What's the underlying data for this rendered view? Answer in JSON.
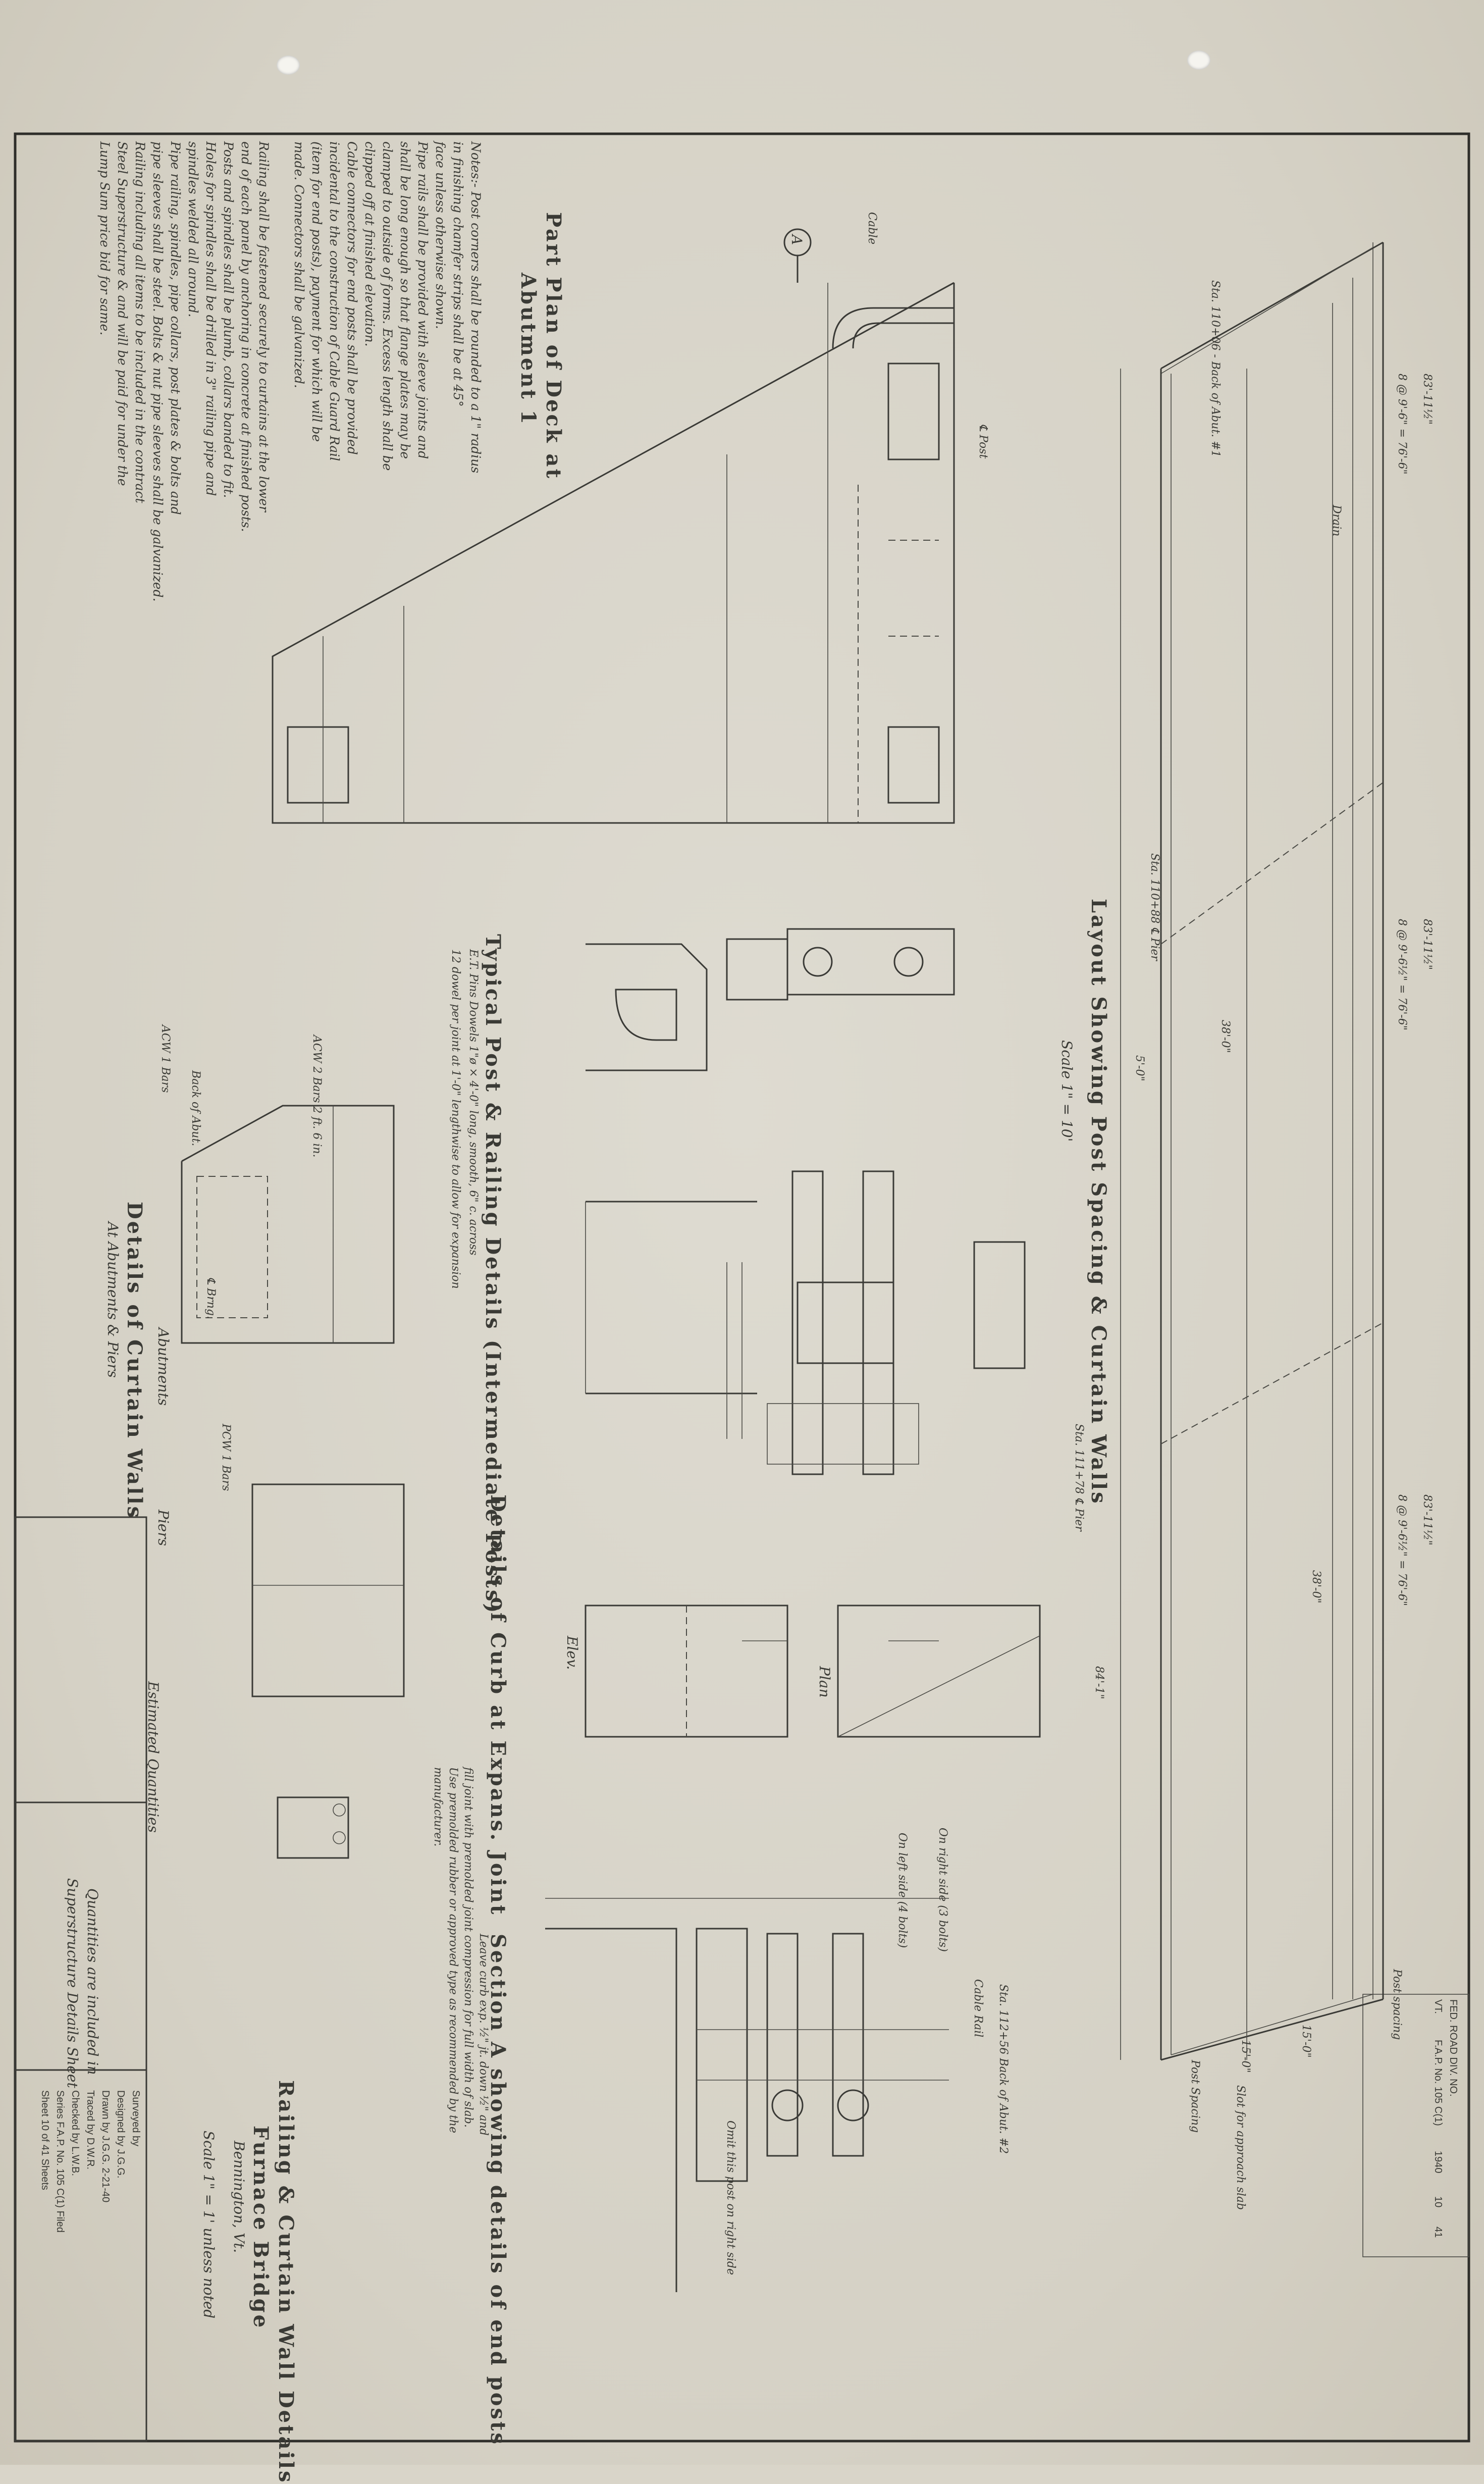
{
  "titles": {
    "part_plan_1": "Part Plan of Deck at",
    "part_plan_2": "Abutment 1",
    "layout": "Layout Showing Post Spacing & Curtain Walls",
    "layout_scale": "Scale 1\" = 10'",
    "typical_post": "Typical Post & Railing Details (Intermediate Posts)",
    "typical_post_note_1": "E.T. Pins Dowels 1\"ø × 4'-0\" long, smooth, 6\" c. across",
    "typical_post_note_2": "12 dowel per joint at 1'-0\" lengthwise to allow for expansion",
    "curb_details": "Details of Curb at Expans. Joint",
    "section_a": "Section A  showing details of end posts",
    "curtain_walls_1": "Details of Curtain Walls",
    "curtain_walls_2": "At Abutments & Piers",
    "abutments": "Abutments",
    "piers": "Piers",
    "plan": "Plan",
    "elev": "Elev.",
    "estimated_quantities": "Estimated Quantities",
    "quantities_note_1": "Quantities are included in",
    "quantities_note_2": "Superstructure Details Sheet"
  },
  "notes": {
    "text": "Notes:- Post corners shall be rounded to a 1\" radius\nin finishing chamfer strips shall be at 45°\nface unless otherwise shown.\nPipe rails shall be provided with sleeve joints and\nshall be long enough so that flange plates may be\nclamped to outside of forms. Excess length shall be\nclipped off at finished elevation.\nCable connectors for end posts shall be provided\nincidental to the construction of Cable Guard Rail\n(item for end posts), payment for which will be\nmade. Connectors shall be galvanized.\n\nRailing shall be fastened securely to curtains at the lower\nend of each panel by anchoring in concrete at finished posts.\nPosts and spindles shall be plumb, collars banded to fit.\nHoles for spindles shall be drilled in 3\" railing pipe and\nspindles welded all around.\nPipe railing, spindles, pipe collars, post plates & bolts and\npipe sleeves shall be steel. Bolts & nut pipe sleeves shall be galvanized.\nRailing including all items to be included in the contract\nSteel Superstructure & and will be paid for under the\nLump Sum price bid for same."
  },
  "labels": {
    "station_1": "Sta. 110+06 - Back of Abut. #1",
    "station_2": "Sta. 110+88  ℄ Pier",
    "station_3": "Sta. 111+78  ℄ Pier",
    "station_4": "Sta. 112+56  Back of Abut. #2",
    "span_1a": "8 @ 9'-6\" = 76'-6\"",
    "span_1b": "83'-11½\"",
    "span_2a": "8 @ 9'-6½\" = 76'-6\"",
    "span_2b": "83'-11½\"",
    "span_3a": "8 @ 9'-6½\" = 76'-6\"",
    "span_3b": "83'-11½\"",
    "dim_5": "5'-0\"",
    "dim_38": "38'-0\"",
    "dim_38b": "38'-0\"",
    "dim_15a": "15'-0\"",
    "dim_15b": "15'-0\"",
    "dim_84": "84'-1\"",
    "drain": "Drain",
    "post_spacing": "Post spacing",
    "post_spacing_2": "Post Spacing",
    "slot_approach": "Slot for approach slab",
    "cable": "Cable",
    "cable_rail": "Cable Rail",
    "e_post": "℄ Post",
    "on_right": "On right side (3 bolts)",
    "on_left": "On left side (4 bolts)",
    "omit_rail": "Omit this post on right side",
    "curb_note_1": "Leave curb exp. ½\" jt. down ½\" and",
    "curb_note_2": "fill joint with premolded joint compression for full width of slab.",
    "curb_note_3": "Use premolded rubber or approved type as recommended by the",
    "curb_note_4": "manufacturer.",
    "back_of_abut": "Back of Abut.",
    "bearing": "℄ Brng.",
    "acw1": "ACW 1 Bars",
    "acw2": "ACW 2 Bars 2 ft. 6 in.",
    "pcw1": "PCW 1 Bars",
    "section_a_marker": "A"
  },
  "title_block": {
    "fed_road": "FED. ROAD DIV. NO.",
    "state": "VT.",
    "project": "F.A.P. No. 105 C(1)",
    "year": "1940",
    "sheet": "10",
    "total": "41",
    "drawing_title_1": "Railing & Curtain Wall Details",
    "drawing_title_2": "Furnace Bridge",
    "drawing_title_3": "Bennington, Vt.",
    "drawing_scale": "Scale 1\" = 1' unless noted",
    "surveyed": "Surveyed by",
    "designed": "Designed by  J.G.G.",
    "drawn": "Drawn by  J.G.G.   2-21-40",
    "traced": "Traced by  D.W.R.",
    "checked": "Checked by  L.W.B.",
    "series": "Series F.A.P. No. 105 C(1)  Filed",
    "sheet_of": "Sheet 10 of 41  Sheets"
  }
}
